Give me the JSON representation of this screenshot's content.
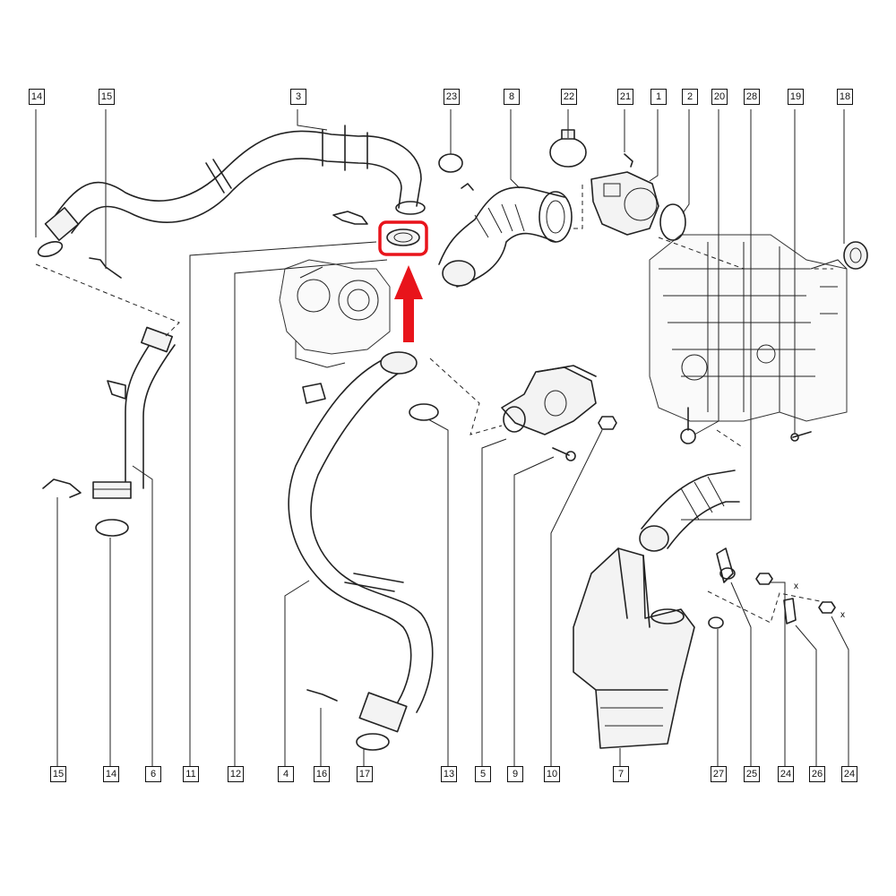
{
  "callouts": [
    {
      "id": "c14-top",
      "label": "14"
    },
    {
      "id": "c15-top",
      "label": "15"
    },
    {
      "id": "c3",
      "label": "3"
    },
    {
      "id": "c23",
      "label": "23"
    },
    {
      "id": "c8",
      "label": "8"
    },
    {
      "id": "c22",
      "label": "22"
    },
    {
      "id": "c21",
      "label": "21"
    },
    {
      "id": "c1",
      "label": "1"
    },
    {
      "id": "c2",
      "label": "2"
    },
    {
      "id": "c20",
      "label": "20"
    },
    {
      "id": "c28",
      "label": "28"
    },
    {
      "id": "c19",
      "label": "19"
    },
    {
      "id": "c18",
      "label": "18"
    },
    {
      "id": "c15-bot",
      "label": "15"
    },
    {
      "id": "c14-bot",
      "label": "14"
    },
    {
      "id": "c6",
      "label": "6"
    },
    {
      "id": "c11",
      "label": "11"
    },
    {
      "id": "c12",
      "label": "12"
    },
    {
      "id": "c4",
      "label": "4"
    },
    {
      "id": "c16",
      "label": "16"
    },
    {
      "id": "c17",
      "label": "17"
    },
    {
      "id": "c13",
      "label": "13"
    },
    {
      "id": "c5",
      "label": "5"
    },
    {
      "id": "c9",
      "label": "9"
    },
    {
      "id": "c10",
      "label": "10"
    },
    {
      "id": "c7",
      "label": "7"
    },
    {
      "id": "c27",
      "label": "27"
    },
    {
      "id": "c25",
      "label": "25"
    },
    {
      "id": "c24a",
      "label": "24"
    },
    {
      "id": "c26",
      "label": "26"
    },
    {
      "id": "c24b",
      "label": "24"
    }
  ],
  "markers": {
    "x_mark": "x"
  },
  "colors": {
    "highlight": "#e8141b",
    "line": "#222222"
  }
}
